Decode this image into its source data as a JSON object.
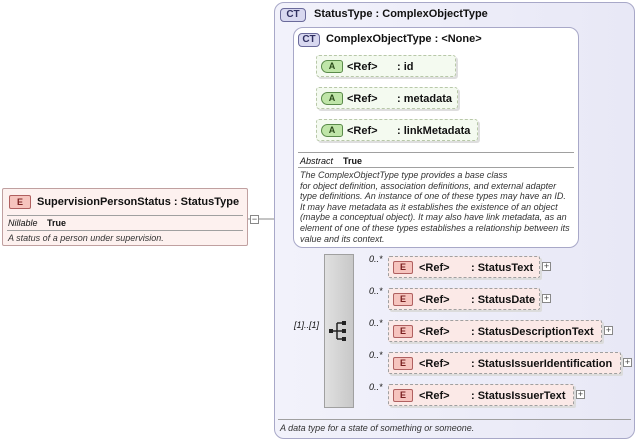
{
  "root_element": {
    "badge": "E",
    "title": "SupervisionPersonStatus : StatusType",
    "prop_label": "Nillable",
    "prop_value": "True",
    "description": "A status of a person under supervision."
  },
  "status_type": {
    "badge": "CT",
    "title": "StatusType : ComplexObjectType",
    "description": "A data type for a state of something or someone."
  },
  "complex_object_type": {
    "badge": "CT",
    "title": "ComplexObjectType : <None>",
    "attributes": [
      {
        "badge": "A",
        "ref": "<Ref>",
        "name": ": id"
      },
      {
        "badge": "A",
        "ref": "<Ref>",
        "name": ": metadata"
      },
      {
        "badge": "A",
        "ref": "<Ref>",
        "name": ": linkMetadata"
      }
    ],
    "prop_label": "Abstract",
    "prop_value": "True",
    "description_lines": [
      "The ComplexObjectType type provides a base class",
      "for object definition, association definitions, and external adapter",
      "type definitions. An instance of one of these types may have an ID.",
      "It may have metadata as it establishes the existence of an object",
      "(maybe a conceptual object). It may also have link metadata, as an",
      "element of one of these types establishes a relationship between its",
      "value and its context."
    ]
  },
  "sequence": {
    "occurrence": "[1]..[1]",
    "elements": [
      {
        "badge": "E",
        "occ": "0..*",
        "ref": "<Ref>",
        "name": ": StatusText"
      },
      {
        "badge": "E",
        "occ": "0..*",
        "ref": "<Ref>",
        "name": ": StatusDate"
      },
      {
        "badge": "E",
        "occ": "0..*",
        "ref": "<Ref>",
        "name": ": StatusDescriptionText"
      },
      {
        "badge": "E",
        "occ": "0..*",
        "ref": "<Ref>",
        "name": ": StatusIssuerIdentification"
      },
      {
        "badge": "E",
        "occ": "0..*",
        "ref": "<Ref>",
        "name": ": StatusIssuerText"
      }
    ]
  }
}
